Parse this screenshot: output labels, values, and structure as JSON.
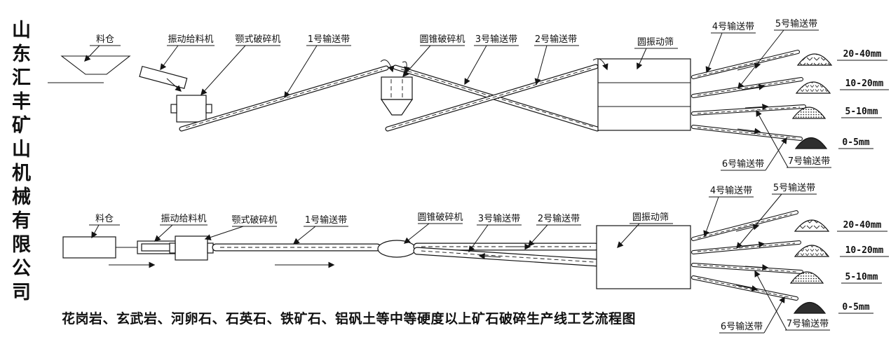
{
  "company_vertical_title": "山东汇丰矿山机械有限公司",
  "caption": "花岗岩、玄武岩、河卵石、石英石、铁矿石、铝矾土等中等硬度以上矿石破碎生产线工艺流程图",
  "labels": {
    "silo": "料仓",
    "feeder": "振动给料机",
    "jaw": "颚式破碎机",
    "cone": "圆锥破碎机",
    "screen": "圆振动筛",
    "belt1": "1号输送带",
    "belt2": "2号输送带",
    "belt3": "3号输送带",
    "belt4": "4号输送带",
    "belt5": "5号输送带",
    "belt6": "6号输送带",
    "belt7": "7号输送带"
  },
  "sizes": [
    "20-40mm",
    "10-20mm",
    "5-10mm",
    "0-5mm"
  ],
  "colors": {
    "ink": "#141414",
    "fines_pile": "#2e2e2e"
  }
}
